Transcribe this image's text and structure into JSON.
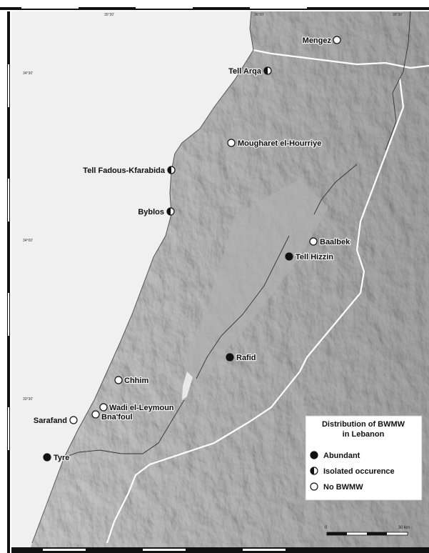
{
  "map": {
    "top_ticks": [
      "35°30'",
      "36°00'",
      "36°30'"
    ],
    "left_ticks": [
      "34°30'",
      "34°00'",
      "33°30'"
    ]
  },
  "sites": [
    {
      "name": "Mengez",
      "status": "none"
    },
    {
      "name": "Tell Arqa",
      "status": "isolated"
    },
    {
      "name": "Mougharet el-Hourriye",
      "status": "none"
    },
    {
      "name": "Tell Fadous-Kfarabida",
      "status": "isolated"
    },
    {
      "name": "Byblos",
      "status": "isolated"
    },
    {
      "name": "Baalbek",
      "status": "none"
    },
    {
      "name": "Tell Hizzin",
      "status": "abundant"
    },
    {
      "name": "Rafid",
      "status": "abundant"
    },
    {
      "name": "Chhim",
      "status": "none"
    },
    {
      "name": "Wadi el-Leymoun",
      "status": "none"
    },
    {
      "name": "Bna'foul",
      "status": "none"
    },
    {
      "name": "Sarafand",
      "status": "none"
    },
    {
      "name": "Tyre",
      "status": "abundant"
    }
  ],
  "legend": {
    "title_line1": "Distribution of BWMW",
    "title_line2": "in Lebanon",
    "items": [
      {
        "label": "Abundant",
        "symbol": "abundant"
      },
      {
        "label": "Isolated occurence",
        "symbol": "isolated"
      },
      {
        "label": "No BWMW",
        "symbol": "none"
      }
    ]
  },
  "scale_bar": {
    "start_label": "0",
    "end_label": "30 km"
  },
  "colors": {
    "sea": "#f0f0f0",
    "land": "#bdbdbd",
    "valley": "#a9a9a9",
    "border": "#ffffff",
    "river": "#333333"
  }
}
